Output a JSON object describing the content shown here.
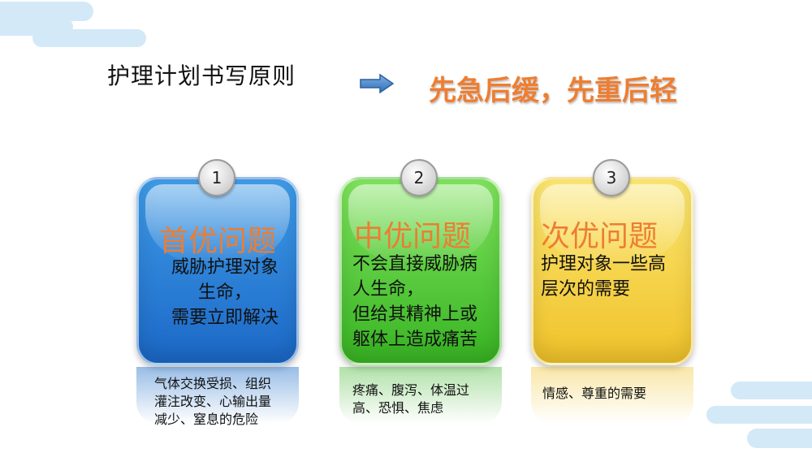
{
  "header": {
    "title": "护理计划书写原则",
    "principle": "先急后缓，先重后轻"
  },
  "cards": [
    {
      "number": "1",
      "heading": "首优问题",
      "body": [
        "威胁护理对象",
        "生命，",
        "需要立即解决"
      ],
      "examples": [
        "气体交换受损、组织",
        "灌注改变、心输出量",
        "减少、窒息的危险"
      ],
      "color": "#2a80d8"
    },
    {
      "number": "2",
      "heading": "中优问题",
      "body": [
        "不会直接威胁病",
        "人生命，",
        "但给其精神上或",
        "躯体上造成痛苦"
      ],
      "examples": [
        "疼痛、腹泻、体温过",
        "高、恐惧、焦虑"
      ],
      "color": "#4ccb33"
    },
    {
      "number": "3",
      "heading": "次优问题",
      "body": [
        "护理对象一些高",
        "层次的需要"
      ],
      "examples": [
        "情感、尊重的需要"
      ],
      "color": "#f5d43c"
    }
  ],
  "colors": {
    "accent": "#ee7e32",
    "decor": "#d3e9f8",
    "arrow": "#4f86c6"
  }
}
